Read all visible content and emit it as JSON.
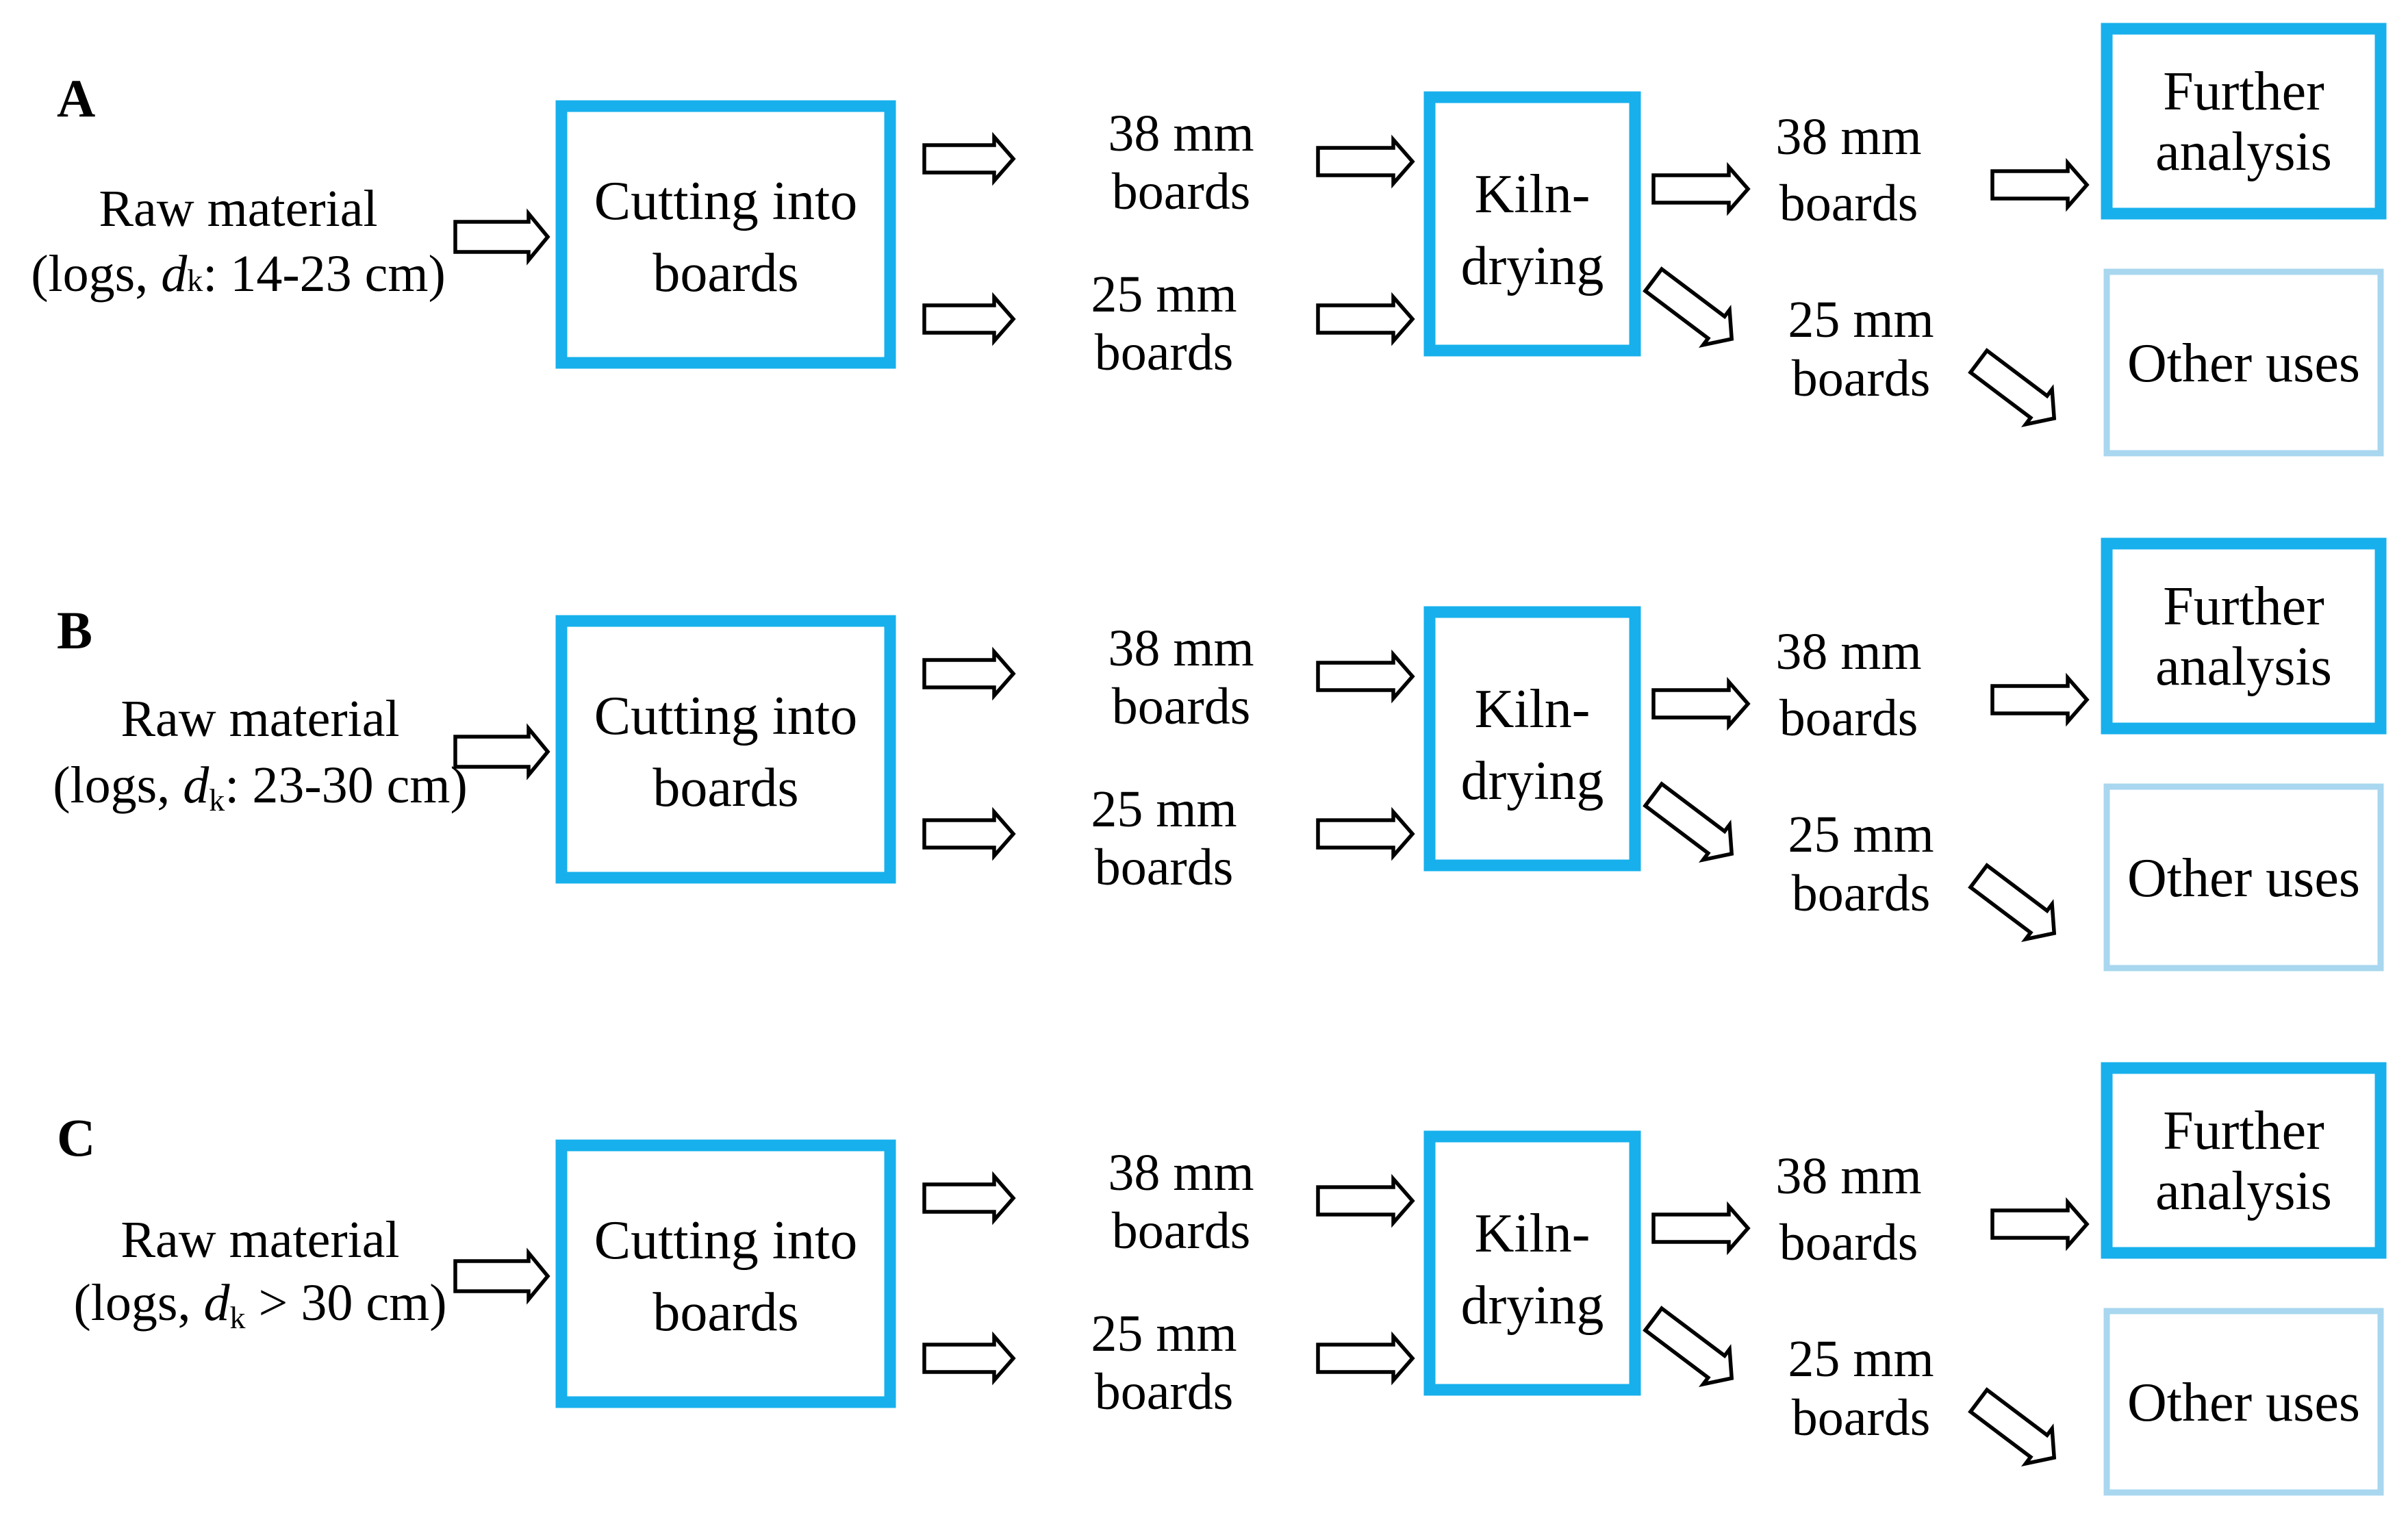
{
  "panels": [
    {
      "letter": "A",
      "raw": {
        "line1": "Raw material",
        "pre": "(logs, ",
        "d": "d",
        "k": "k",
        "post": ": 14-23 cm)"
      },
      "cutting": {
        "line1": "Cutting into",
        "line2": "boards"
      },
      "boards38": {
        "line1": "38 mm",
        "line2": "boards"
      },
      "boards25": {
        "line1": "25 mm",
        "line2": "boards"
      },
      "kiln": {
        "line1": "Kiln-",
        "line2": "drying"
      },
      "dried38": {
        "line1": "38 mm",
        "line2": "boards"
      },
      "dried25": {
        "line1": "25 mm",
        "line2": "boards"
      },
      "further": {
        "line1": "Further",
        "line2": "analysis"
      },
      "other": {
        "line1": "Other uses"
      }
    },
    {
      "letter": "B",
      "raw": {
        "line1": "Raw material",
        "pre": "(logs, ",
        "d": "d",
        "k": "k",
        "post": ": 23-30 cm)"
      },
      "cutting": {
        "line1": "Cutting into",
        "line2": "boards"
      },
      "boards38": {
        "line1": "38 mm",
        "line2": "boards"
      },
      "boards25": {
        "line1": "25 mm",
        "line2": "boards"
      },
      "kiln": {
        "line1": "Kiln-",
        "line2": "drying"
      },
      "dried38": {
        "line1": "38 mm",
        "line2": "boards"
      },
      "dried25": {
        "line1": "25 mm",
        "line2": "boards"
      },
      "further": {
        "line1": "Further",
        "line2": "analysis"
      },
      "other": {
        "line1": "Other uses"
      }
    },
    {
      "letter": "C",
      "raw": {
        "line1": "Raw material",
        "pre": "(logs, ",
        "d": "d",
        "k": "k",
        "post": " > 30 cm)"
      },
      "cutting": {
        "line1": "Cutting into",
        "line2": "boards"
      },
      "boards38": {
        "line1": "38 mm",
        "line2": "boards"
      },
      "boards25": {
        "line1": "25 mm",
        "line2": "boards"
      },
      "kiln": {
        "line1": "Kiln-",
        "line2": "drying"
      },
      "dried38": {
        "line1": "38 mm",
        "line2": "boards"
      },
      "dried25": {
        "line1": "25 mm",
        "line2": "boards"
      },
      "further": {
        "line1": "Further",
        "line2": "analysis"
      },
      "other": {
        "line1": "Other uses"
      }
    }
  ],
  "colors": {
    "primary_box": "#17b0ec",
    "secondary_box": "#a8d7ef",
    "arrow_stroke": "#000000",
    "arrow_fill": "#ffffff"
  }
}
